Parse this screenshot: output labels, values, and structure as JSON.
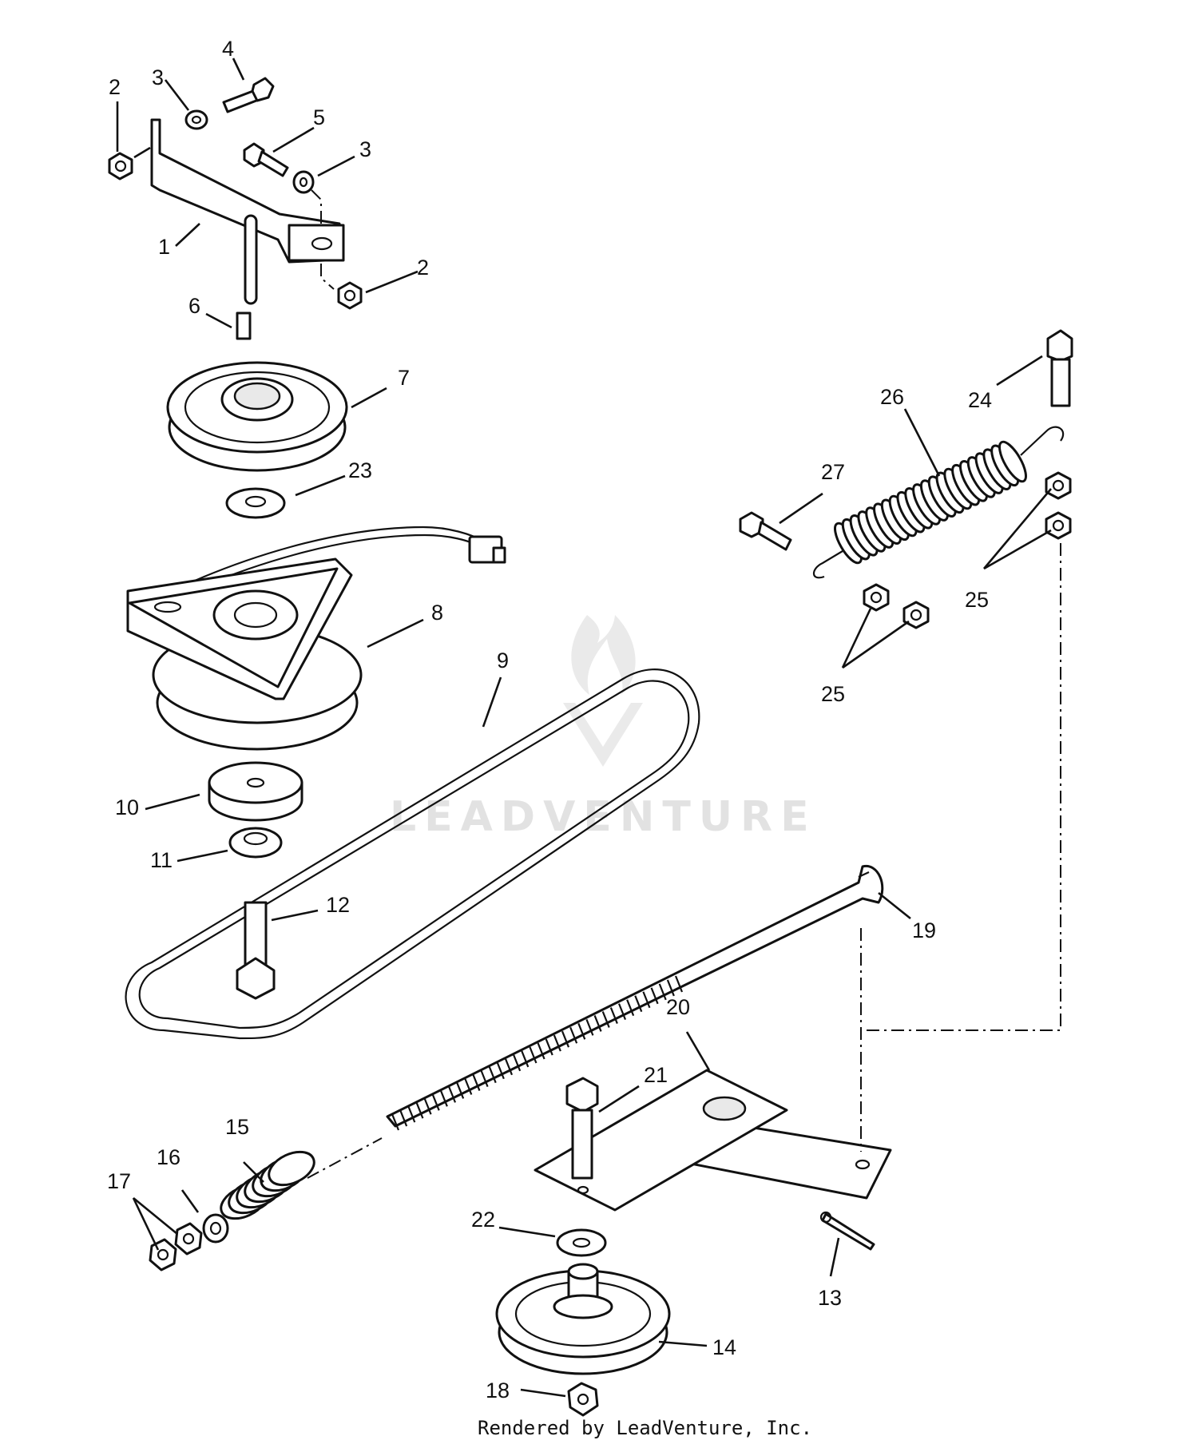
{
  "callouts": [
    {
      "id": "c1",
      "label": "1"
    },
    {
      "id": "c2a",
      "label": "2"
    },
    {
      "id": "c2b",
      "label": "2"
    },
    {
      "id": "c3a",
      "label": "3"
    },
    {
      "id": "c3b",
      "label": "3"
    },
    {
      "id": "c4",
      "label": "4"
    },
    {
      "id": "c5",
      "label": "5"
    },
    {
      "id": "c6",
      "label": "6"
    },
    {
      "id": "c7",
      "label": "7"
    },
    {
      "id": "c8",
      "label": "8"
    },
    {
      "id": "c9",
      "label": "9"
    },
    {
      "id": "c10",
      "label": "10"
    },
    {
      "id": "c11",
      "label": "11"
    },
    {
      "id": "c12",
      "label": "12"
    },
    {
      "id": "c13",
      "label": "13"
    },
    {
      "id": "c14",
      "label": "14"
    },
    {
      "id": "c15",
      "label": "15"
    },
    {
      "id": "c16",
      "label": "16"
    },
    {
      "id": "c17",
      "label": "17"
    },
    {
      "id": "c18",
      "label": "18"
    },
    {
      "id": "c19",
      "label": "19"
    },
    {
      "id": "c20",
      "label": "20"
    },
    {
      "id": "c21",
      "label": "21"
    },
    {
      "id": "c22",
      "label": "22"
    },
    {
      "id": "c23",
      "label": "23"
    },
    {
      "id": "c24",
      "label": "24"
    },
    {
      "id": "c25a",
      "label": "25"
    },
    {
      "id": "c25b",
      "label": "25"
    },
    {
      "id": "c26",
      "label": "26"
    },
    {
      "id": "c27",
      "label": "27"
    }
  ],
  "watermark": "LEADVENTURE",
  "footer": "Rendered by LeadVenture, Inc."
}
